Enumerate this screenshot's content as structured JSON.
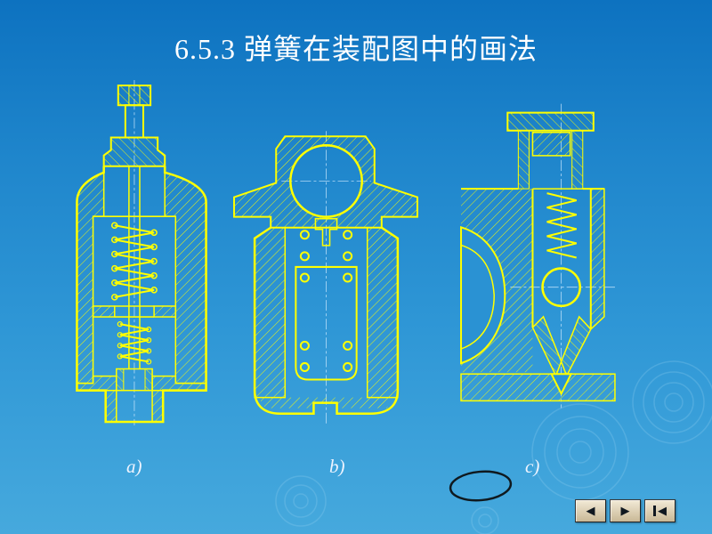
{
  "slide": {
    "title": "6.5.3 弹簧在装配图中的画法",
    "figures": [
      {
        "id": "a",
        "label": "a)"
      },
      {
        "id": "b",
        "label": "b)"
      },
      {
        "id": "c",
        "label": "c)"
      }
    ]
  },
  "nav": {
    "back_icon": "◀",
    "forward_icon": "▶",
    "first_icon": "◀"
  },
  "colors": {
    "drawing_line": "#ffff00",
    "background_top": "#0d72c0",
    "background_middle": "#2f97d6",
    "background_bottom": "#46a9dd",
    "title_text": "#ffffff",
    "label_text": "#eef4ff",
    "button_face_top": "#f2ead6",
    "button_face_bottom": "#c9b896",
    "button_border": "#3a3a3a",
    "button_glyph": "#101820"
  }
}
